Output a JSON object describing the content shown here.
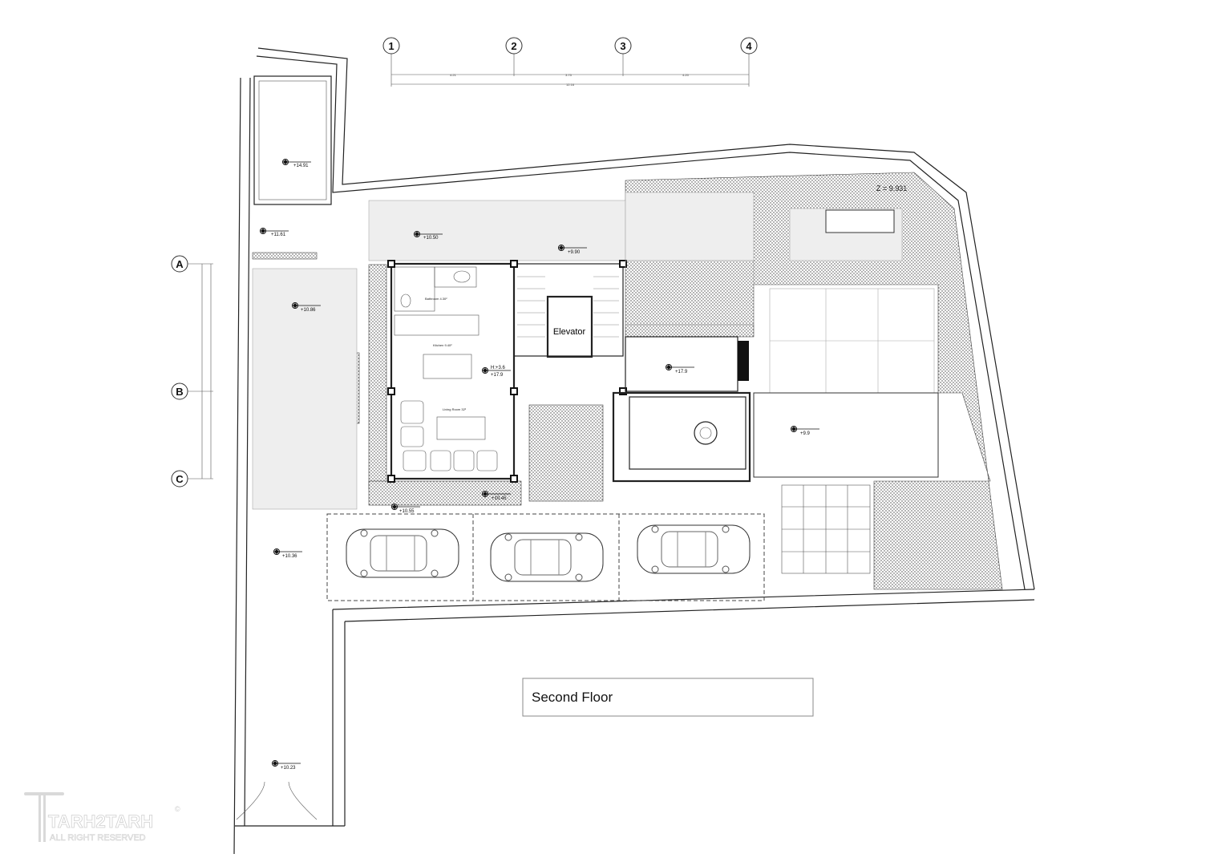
{
  "title": "Second Floor",
  "grid_columns": [
    "1",
    "2",
    "3",
    "4"
  ],
  "grid_rows": [
    "A",
    "B",
    "C"
  ],
  "dimensions": {
    "col_1_2": "4.21",
    "col_2_3": "3.75",
    "col_3_4": "4.20",
    "col_total": "12.16"
  },
  "elevator_label": "Elevator",
  "z_level": "Z = 9.931",
  "rooms": {
    "bathroom": "Bathroom 4.30²",
    "kitchen": "Kitchen 9.40²",
    "living": "Living Room 32²"
  },
  "ceiling_height": "H:+3.6",
  "levels": {
    "l1491": "+14.91",
    "l1161": "+11.61",
    "l1050": "+10.50",
    "l990": "+9.90",
    "l1086": "+10.86",
    "l179a": "+17.9",
    "l179b": "+17.9",
    "l99": "+9.9",
    "l1055": "+10.55",
    "l1045": "+10.45",
    "l1036": "+10.36",
    "l1023": "+10.23"
  },
  "watermark": {
    "brand": "TARH2TARH",
    "copyright": "ALL RIGHT RESERVED"
  },
  "colors": {
    "line": "#222222",
    "hatch": "#444444",
    "watermark": "#d9d9d9"
  }
}
